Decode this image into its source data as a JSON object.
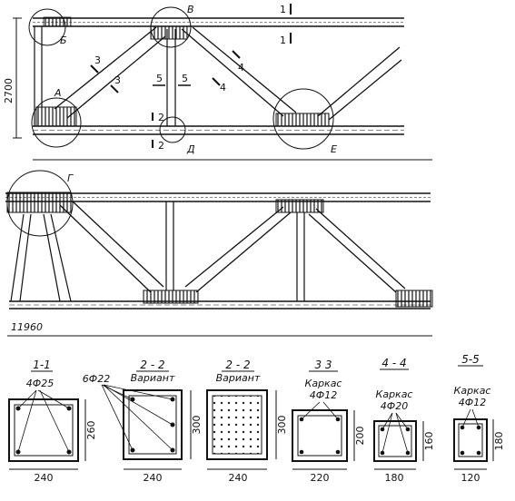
{
  "dimensions": {
    "height": "2700",
    "length": "11960"
  },
  "node_labels": {
    "a": "А",
    "b": "Б",
    "v": "В",
    "g": "Г",
    "d": "Д",
    "e": "Е"
  },
  "cut_marks": {
    "c1": "1",
    "c2": "2",
    "c3": "3",
    "c4": "4",
    "c5": "5"
  },
  "sections": [
    {
      "title": "1-1",
      "note": "",
      "rebar": "4Ф25",
      "width": "240",
      "height": "260"
    },
    {
      "title": "2 - 2",
      "note": "Вариант",
      "rebar": "6Ф22",
      "width": "240",
      "height": "300"
    },
    {
      "title": "2 - 2",
      "note": "Вариант",
      "rebar": "",
      "width": "240",
      "height": "300"
    },
    {
      "title": "3  3",
      "note": "Каркас",
      "rebar": "4Ф12",
      "width": "220",
      "height": "200"
    },
    {
      "title": "4 - 4",
      "note": "Каркас",
      "rebar": "4Ф20",
      "width": "180",
      "height": "160"
    },
    {
      "title": "5-5",
      "note": "Каркас",
      "rebar": "4Ф12",
      "width": "120",
      "height": "180"
    }
  ]
}
